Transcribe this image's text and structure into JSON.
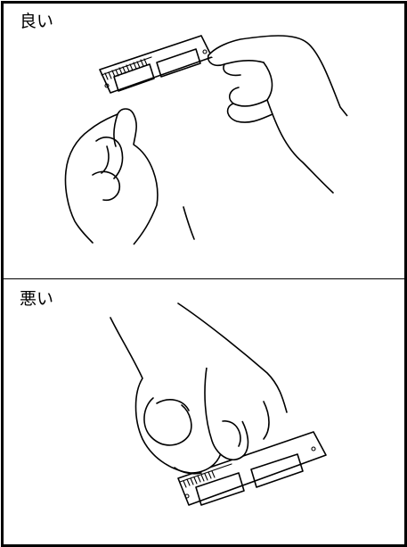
{
  "panels": [
    {
      "id": "good",
      "label": "良い"
    },
    {
      "id": "bad",
      "label": "悪い"
    }
  ]
}
